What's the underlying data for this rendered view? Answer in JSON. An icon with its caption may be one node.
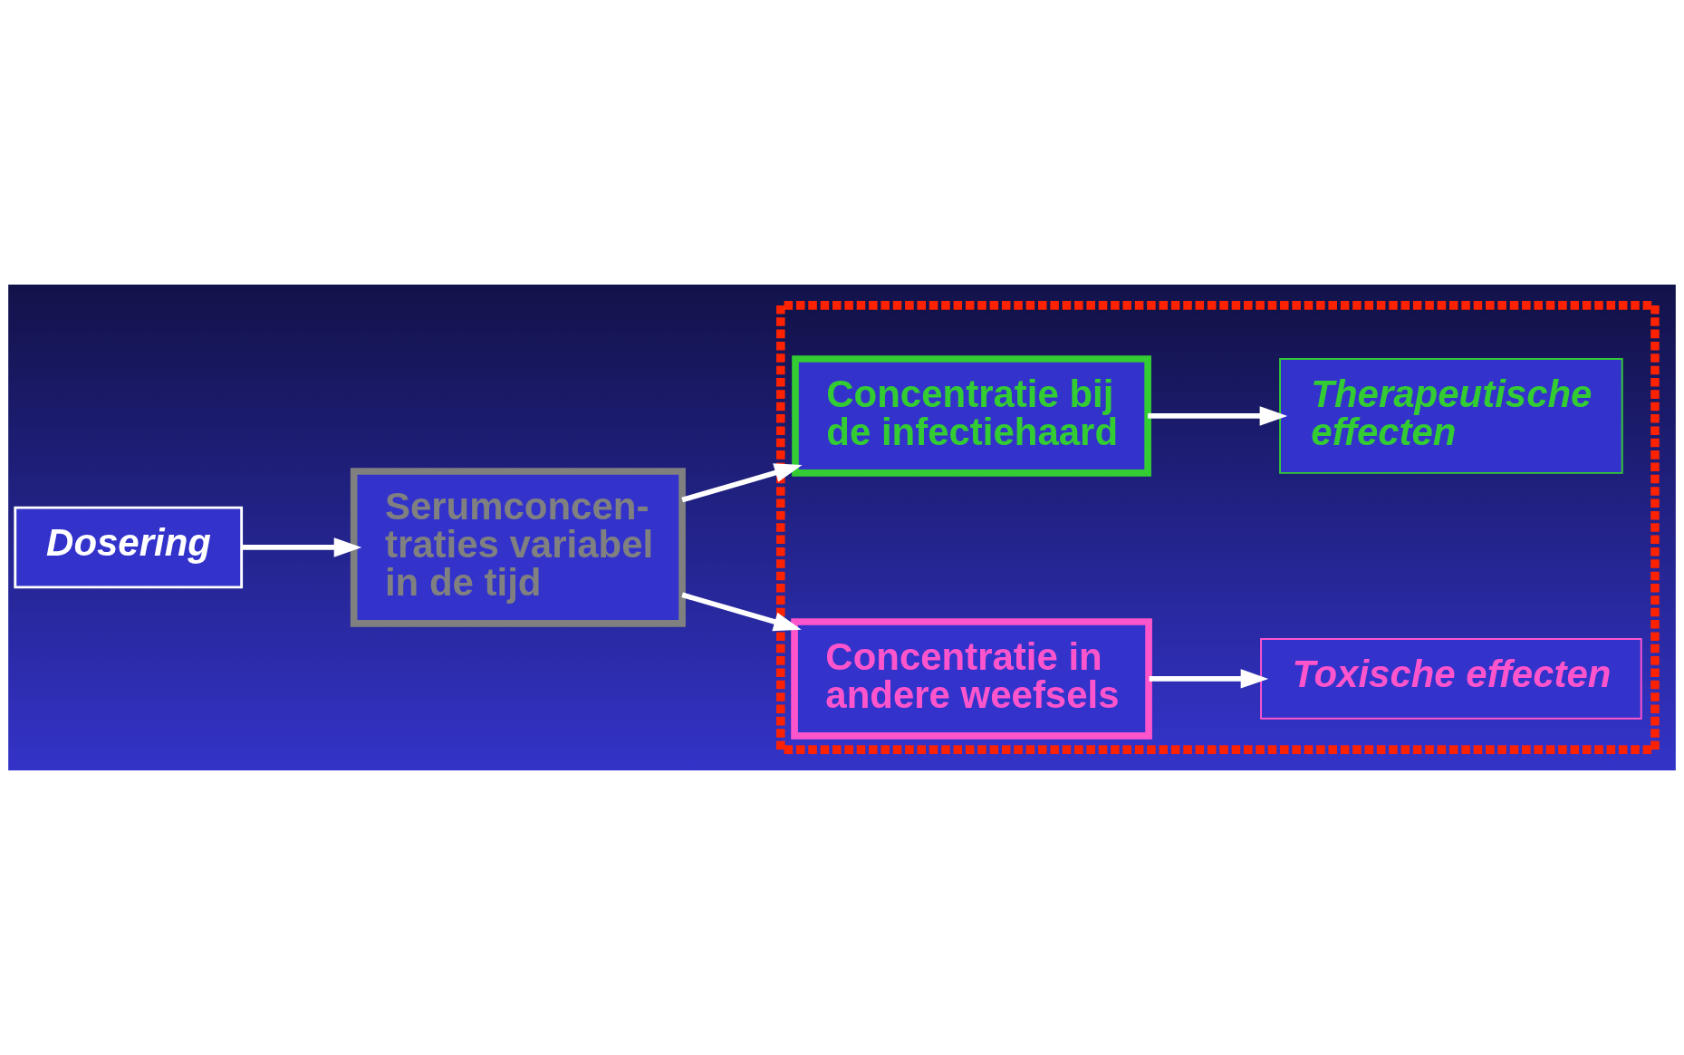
{
  "diagram": {
    "nodes": [
      {
        "text": [
          "Dosering"
        ]
      },
      {
        "text": [
          "Serumconcen- traties variabel in de tijd"
        ]
      },
      {
        "text": [],
        "shape": "box"
      },
      {
        "text": [
          "Concentratie bij de infectiehaard"
        ],
        "in": 2
      },
      {
        "text": [
          "Therapeutische effecten"
        ],
        "in": 2
      },
      {
        "text": [
          "Concentratie in andere weefsels"
        ],
        "in": 2
      },
      {
        "text": [
          "Toxische effecten"
        ],
        "in": 2
      }
    ],
    "edges": [
      {
        "from": 0,
        "to": 1,
        "arrow": "to"
      },
      {
        "from": 1,
        "to": 3,
        "arrow": "to"
      },
      {
        "from": 1,
        "to": 5,
        "arrow": "to"
      },
      {
        "from": 3,
        "to": 4,
        "arrow": "to"
      },
      {
        "from": 5,
        "to": 6,
        "arrow": "to"
      }
    ]
  }
}
